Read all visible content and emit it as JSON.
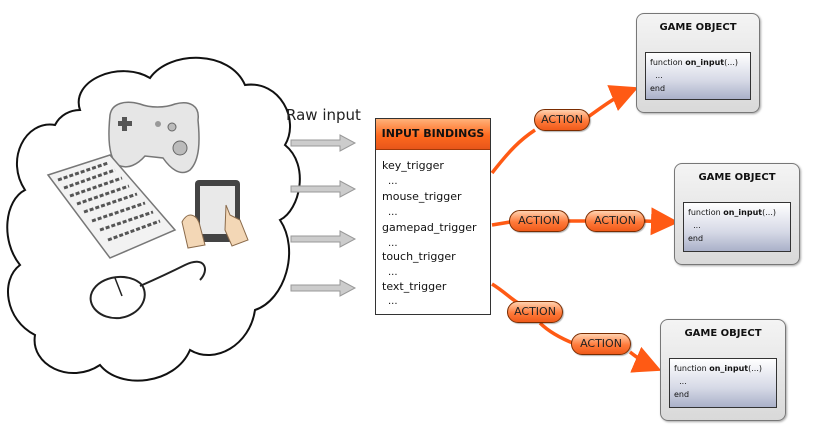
{
  "raw_input_label": "Raw input",
  "input_bindings": {
    "title": "INPUT BINDINGS",
    "triggers": [
      "key_trigger",
      "mouse_trigger",
      "gamepad_trigger",
      "touch_trigger",
      "text_trigger"
    ],
    "ellipsis": "..."
  },
  "action_label": "ACTION",
  "game_object": {
    "title": "GAME OBJECT",
    "code_prefix": "function ",
    "code_function": "on_input",
    "code_args": "(...)",
    "code_body": "...",
    "code_end": "end"
  },
  "devices": [
    "gamepad-icon",
    "keyboard-icon",
    "tablet-icon",
    "mouse-icon"
  ],
  "colors": {
    "accent": "#ff5a14",
    "arrow": "#ff5a14",
    "raw_arrow": "#cccccc"
  }
}
